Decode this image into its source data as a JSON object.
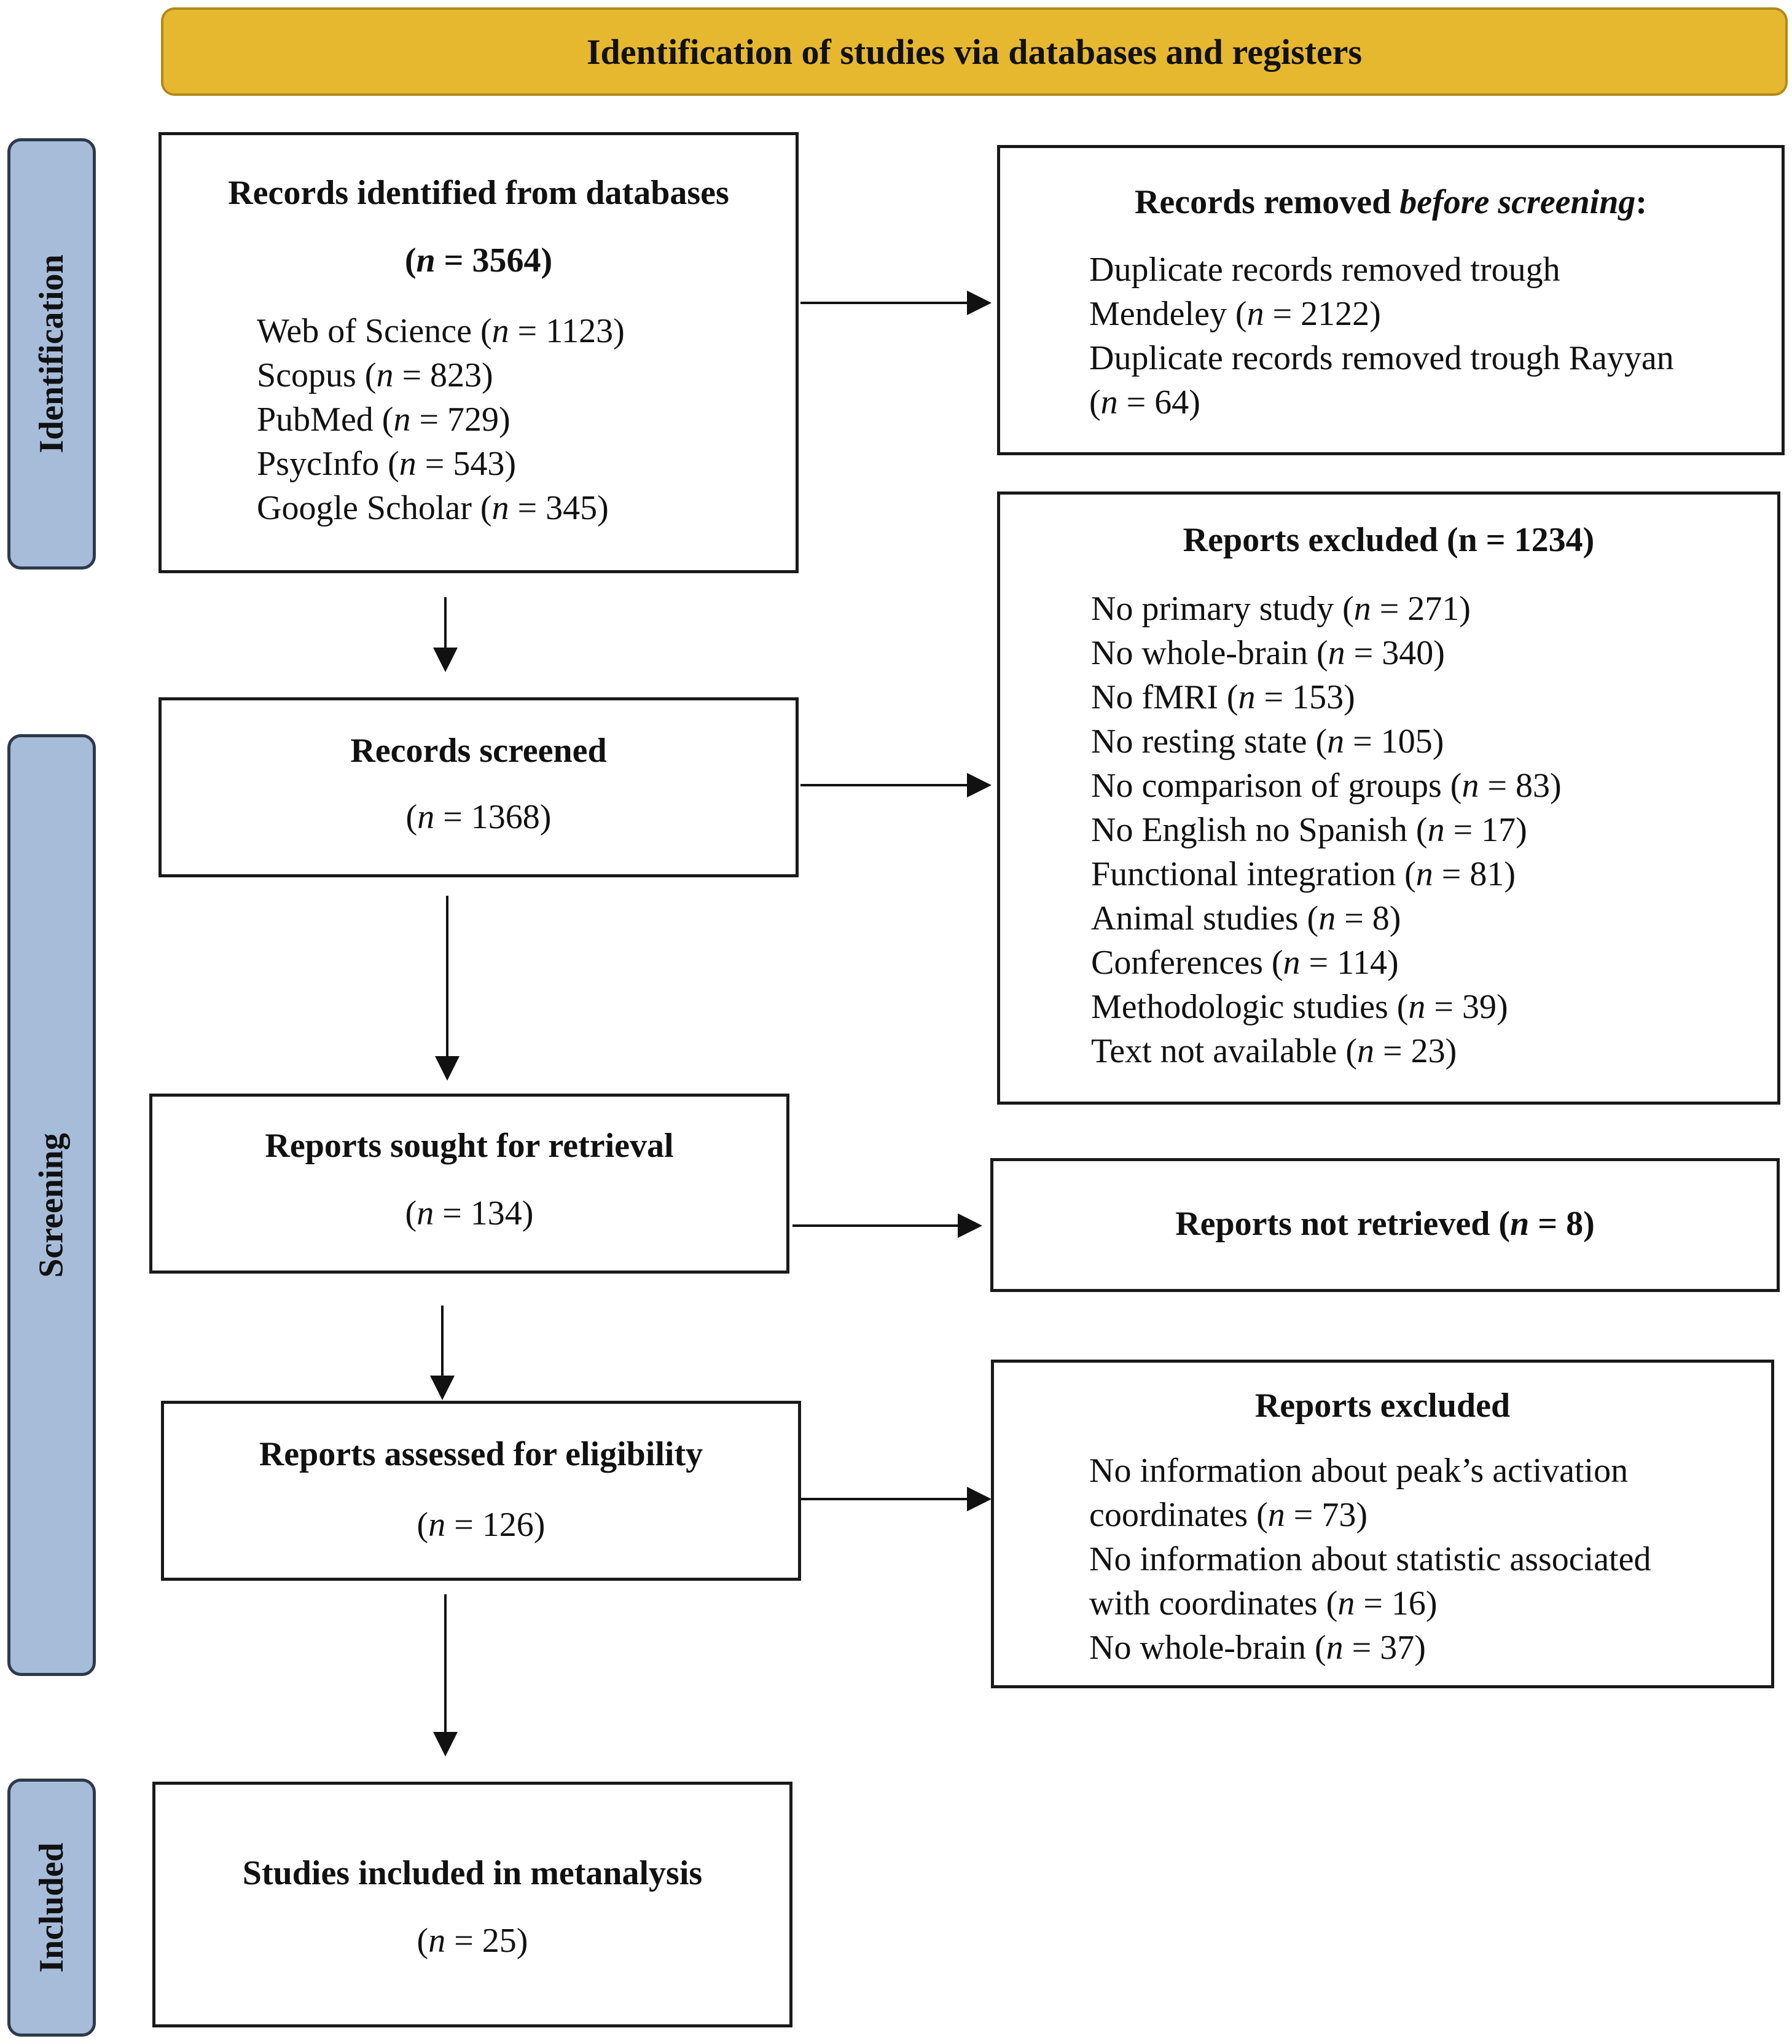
{
  "header": {
    "title": "Identification of studies via databases and registers"
  },
  "phases": {
    "identification": "Identification",
    "screening": "Screening",
    "included": "Included"
  },
  "records_identified": {
    "title": "Records identified from databases",
    "count": "(n = 3564)",
    "sources": [
      "Web of Science (n = 1123)",
      "Scopus (n = 823)",
      "PubMed (n = 729)",
      "PsycInfo (n = 543)",
      "Google Scholar (n = 345)"
    ]
  },
  "removed_before_screening": {
    "title": "Records removed before screening:",
    "lines": [
      "Duplicate records removed trough",
      "Mendeley (n = 2122)",
      "Duplicate records removed trough Rayyan",
      "(n = 64)"
    ]
  },
  "records_screened": {
    "title": "Records screened",
    "count": "(n = 1368)"
  },
  "reports_excluded_screening": {
    "title": "Reports excluded (n = 1234)",
    "reasons": [
      "No primary study (n = 271)",
      "No whole-brain (n = 340)",
      "No fMRI (n = 153)",
      "No resting state (n = 105)",
      "No comparison of groups (n = 83)",
      "No English no Spanish (n = 17)",
      "Functional integration (n = 81)",
      "Animal studies (n = 8)",
      "Conferences (n = 114)",
      "Methodologic studies (n = 39)",
      "Text not available (n = 23)"
    ]
  },
  "reports_sought": {
    "title": "Reports sought for retrieval",
    "count": "(n = 134)"
  },
  "reports_not_retrieved": {
    "title": "Reports not retrieved (n = 8)"
  },
  "reports_assessed": {
    "title": "Reports assessed for eligibility",
    "count": "(n = 126)"
  },
  "reports_excluded_eligibility": {
    "title": "Reports excluded",
    "lines": [
      "No information about peak’s activation",
      "coordinates (n = 73)",
      "No information about statistic associated",
      "with coordinates (n = 16)",
      "No whole-brain (n = 37)"
    ]
  },
  "studies_included": {
    "title": "Studies included in metanalysis",
    "count": "(n = 25)"
  }
}
